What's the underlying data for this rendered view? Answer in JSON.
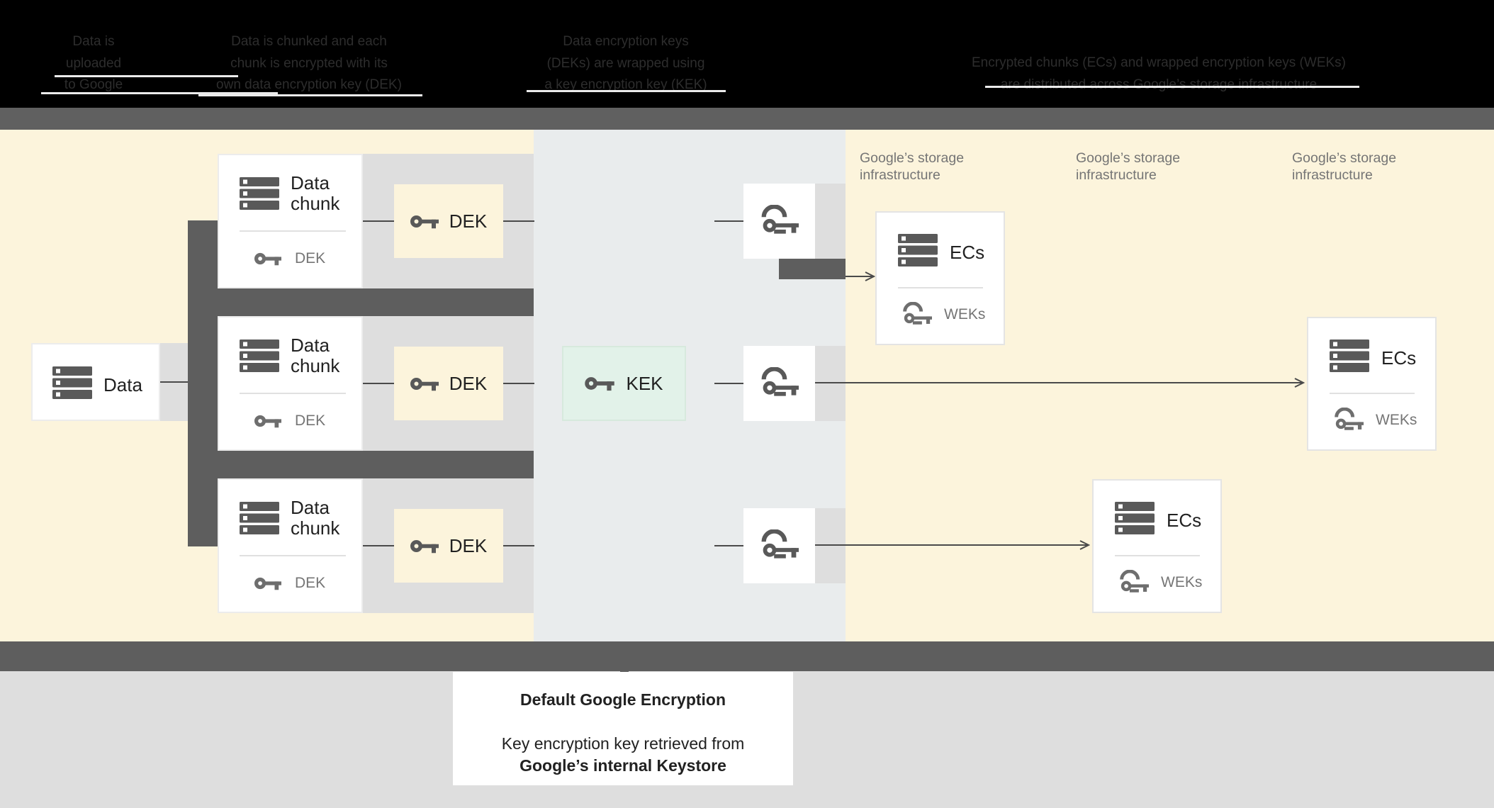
{
  "header": {
    "cols": [
      {
        "lines": [
          "Data is",
          "uploaded",
          "to Google"
        ]
      },
      {
        "lines": [
          "Data is chunked and each",
          "chunk is encrypted with its",
          "own data encryption key (DEK)"
        ]
      },
      {
        "lines": [
          "Data encryption keys",
          "(DEKs) are wrapped using",
          "a key encryption key (KEK)"
        ]
      },
      {
        "lines": [
          "Encrypted chunks (ECs) and wrapped encryption keys (WEKs)",
          "are distributed across Google’s storage infrastructure"
        ]
      }
    ]
  },
  "diagram": {
    "data_box": {
      "label": "Data",
      "icon": "storage-icon"
    },
    "chunks": [
      {
        "title": "Data chunk",
        "key_label": "DEK",
        "icon": "storage-icon",
        "key_icon": "key-icon"
      },
      {
        "title": "Data chunk",
        "key_label": "DEK",
        "icon": "storage-icon",
        "key_icon": "key-icon"
      },
      {
        "title": "Data chunk",
        "key_label": "DEK",
        "icon": "storage-icon",
        "key_icon": "key-icon"
      }
    ],
    "dek_boxes": [
      {
        "label": "DEK",
        "icon": "key-icon"
      },
      {
        "label": "DEK",
        "icon": "key-icon"
      },
      {
        "label": "DEK",
        "icon": "key-icon"
      }
    ],
    "kek_box": {
      "label": "KEK",
      "icon": "key-icon"
    },
    "key_wrap_boxes": [
      {
        "icon": "wrapped-key-icon"
      },
      {
        "icon": "wrapped-key-icon"
      },
      {
        "icon": "wrapped-key-icon"
      }
    ],
    "storage_labels": [
      {
        "line1": "Google’s storage",
        "line2": "infrastructure"
      },
      {
        "line1": "Google’s storage",
        "line2": "infrastructure"
      },
      {
        "line1": "Google’s storage",
        "line2": "infrastructure"
      }
    ],
    "ec_boxes": [
      {
        "label": "ECs",
        "key_label": "WEKs",
        "icon": "storage-icon",
        "key_icon": "wrapped-key-icon"
      },
      {
        "label": "ECs",
        "key_label": "WEKs",
        "icon": "storage-icon",
        "key_icon": "wrapped-key-icon"
      },
      {
        "label": "ECs",
        "key_label": "WEKs",
        "icon": "storage-icon",
        "key_icon": "wrapped-key-icon"
      }
    ]
  },
  "footer": {
    "title": "Default Google Encryption",
    "line1": "Key encryption key retrieved from",
    "line2": "Google’s internal Keystore"
  },
  "colors": {
    "header_bg": "#000000",
    "header_text": "#2d2d2d",
    "top_bar": "#606060",
    "dark_band": "#5e5e5e",
    "cream_bg": "#fcf4dc",
    "kms_column_bg": "#e9eced",
    "connector_band": "#dedede",
    "kek_bg": "#e2f2e9",
    "footer_bg": "#dedede",
    "text_dark": "#212121",
    "text_gray": "#757575",
    "icon_gray": "#595959",
    "line": "#4a4a4a"
  }
}
